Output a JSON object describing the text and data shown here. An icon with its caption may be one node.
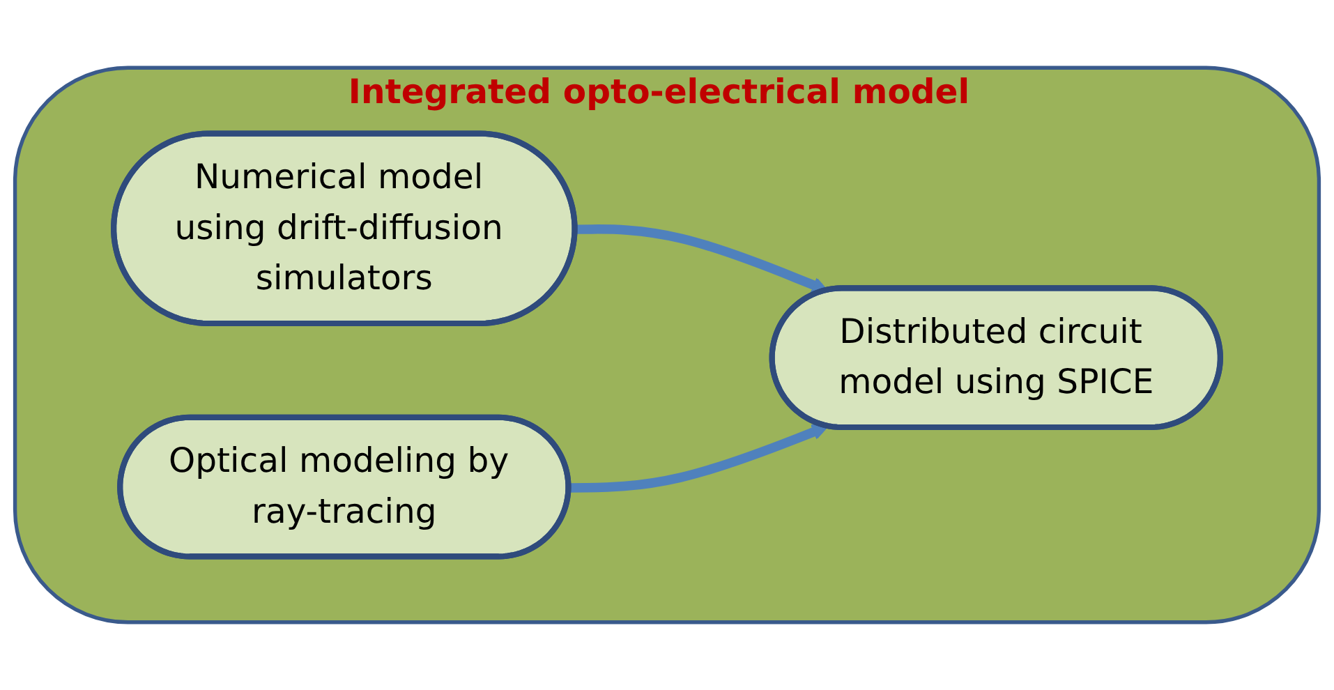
{
  "diagram": {
    "nodes": [
      {
        "text": [
          "Integrated opto-electrical model"
        ]
      },
      {
        "text": [
          "Numerical model using drift-diffusion simulators"
        ],
        "in": 0
      },
      {
        "text": [
          "Optical modeling by ray-tracing"
        ],
        "in": 0
      },
      {
        "text": [
          "Distributed circuit model using SPICE"
        ],
        "in": 0
      }
    ],
    "edges": [
      {
        "from": 1,
        "to": 3,
        "arrow": "to"
      },
      {
        "from": 2,
        "to": 3,
        "arrow": "to"
      }
    ]
  }
}
